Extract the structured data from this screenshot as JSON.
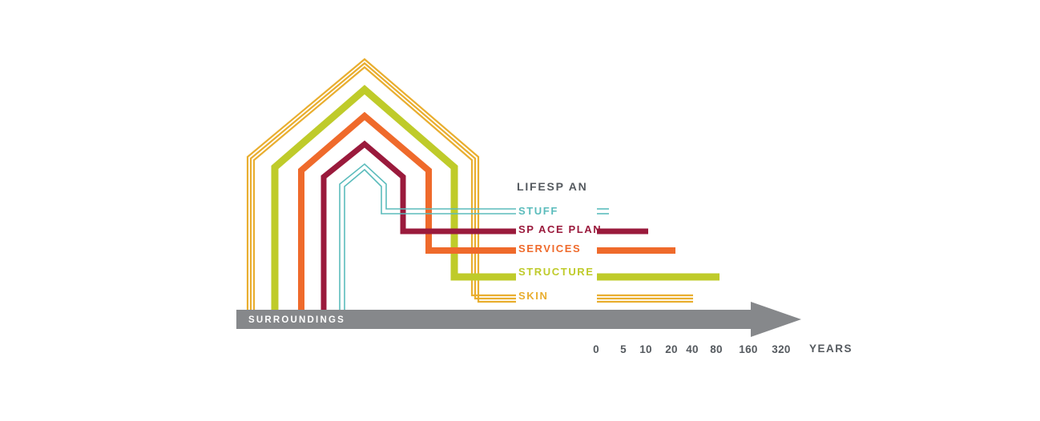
{
  "title": "LIFESP AN",
  "axis": {
    "label": "SURROUNDINGS",
    "unit": "YEARS",
    "ticks": [
      "0",
      "5",
      "10",
      "20",
      "40",
      "80",
      "160",
      "320"
    ]
  },
  "layers": [
    {
      "key": "stuff",
      "label": "STUFF",
      "color": "#5bbcbc",
      "style": "double-thin"
    },
    {
      "key": "space_plan",
      "label": "SP ACE PLAN",
      "color": "#9a1a3c",
      "style": "thick"
    },
    {
      "key": "services",
      "label": "SERVICES",
      "color": "#ef6a2b",
      "style": "thick"
    },
    {
      "key": "structure",
      "label": "STRUCTURE",
      "color": "#bfcb2a",
      "style": "thick"
    },
    {
      "key": "skin",
      "label": "SKIN",
      "color": "#e9ae2f",
      "style": "triple-thin"
    }
  ],
  "colors": {
    "axis": "#86888b",
    "text": "#555a5f",
    "skin": "#e9ae2f",
    "structure": "#bfcb2a",
    "services": "#ef6a2b",
    "space_plan": "#9a1a3c",
    "stuff": "#5bbcbc"
  }
}
